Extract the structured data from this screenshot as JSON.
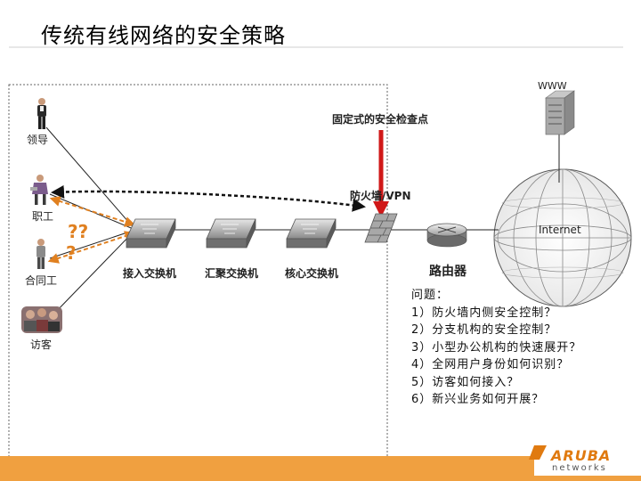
{
  "title": "传统有线网络的安全策略",
  "labels": {
    "www": "WWW",
    "checkpoint": "固定式的安全检查点",
    "leader": "领导",
    "firewall": "防火墙/VPN",
    "employee": "职工",
    "qq": "??",
    "q": "?",
    "internet": "Internet",
    "contractor": "合同工",
    "access_switch": "接入交换机",
    "aggregation_switch": "汇聚交换机",
    "core_switch": "核心交换机",
    "router": "路由器",
    "visitor": "访客"
  },
  "questions": {
    "heading": "问题：",
    "items": [
      "1）防火墙内侧安全控制？",
      "2）分支机构的安全控制？",
      "3）小型办公机构的快速展开？",
      "4）全网用户身份如何识别？",
      "5）访客如何接入？",
      "6）新兴业务如何开展？"
    ]
  },
  "logo": {
    "main": "ARUBA",
    "sub": "networks"
  },
  "colors": {
    "red": "#d01818",
    "orange": "#e08020",
    "footer_orange": "#f0a040"
  }
}
